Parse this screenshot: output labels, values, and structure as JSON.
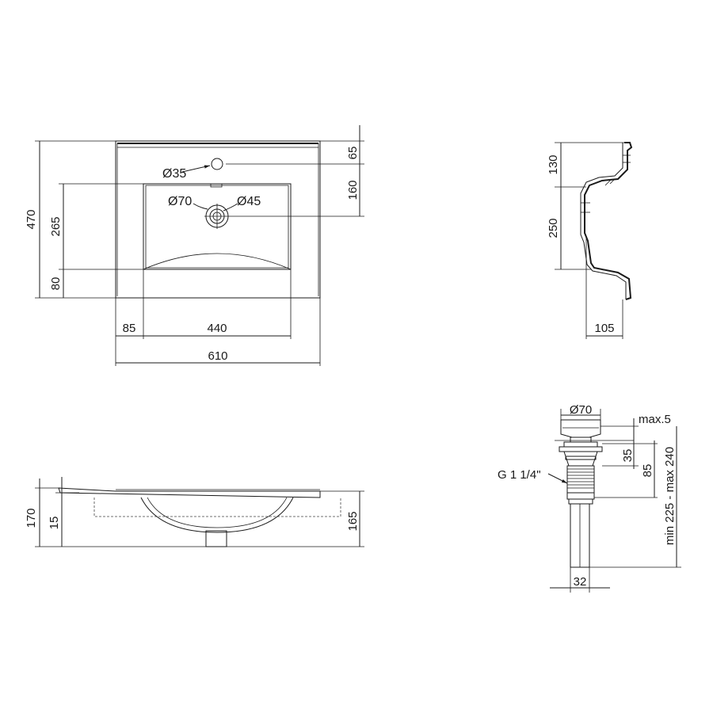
{
  "top_view": {
    "overhang_hole_diameter": "Ø35",
    "overflow_diameter": "Ø70",
    "drain_diameter": "Ø45",
    "dim_top_to_hole": "65",
    "dim_hole_to_bowl": "160",
    "dim_total_depth": "470",
    "dim_bowl_depth": "265",
    "dim_front": "80",
    "dim_left_margin": "85",
    "dim_bowl_width": "440",
    "dim_total_width": "610"
  },
  "side_view": {
    "dim_top": "130",
    "dim_bowl": "250",
    "dim_depth": "105"
  },
  "front_view": {
    "dim_total_height": "170",
    "dim_rim": "15",
    "dim_right_height": "165"
  },
  "drain_view": {
    "cap_diameter": "Ø70",
    "max_gap": "max.5",
    "dim_35": "35",
    "dim_85": "85",
    "length_range": "min 225 - max 240",
    "thread_label": "G 1 1/4\"",
    "pipe_diameter": "32"
  }
}
